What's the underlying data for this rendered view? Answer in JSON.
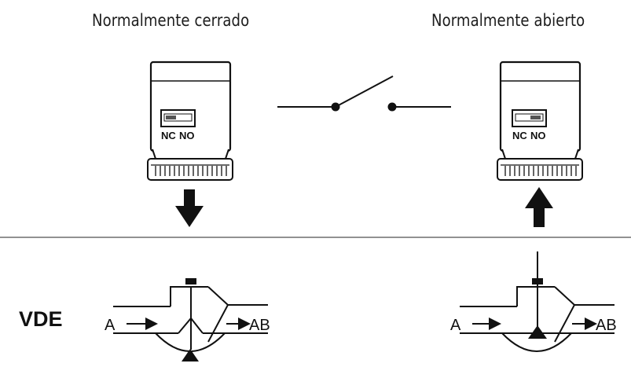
{
  "headings": {
    "left": "Normalmente cerrado",
    "right": "Normalmente abierto"
  },
  "actuator_left": {
    "switch_labels": [
      "NC",
      "NO"
    ]
  },
  "actuator_right": {
    "switch_labels": [
      "NC",
      "NO"
    ]
  },
  "valve_label": "VDE",
  "valve_left": {
    "inlet": "A",
    "outlet": "AB"
  },
  "valve_right": {
    "inlet": "A",
    "outlet": "AB"
  },
  "colors": {
    "line": "#111111",
    "actuator_body": "#ffffff",
    "switch_slot": "#555555"
  },
  "icons": {
    "left_arrow": "arrow-down-icon",
    "right_arrow": "arrow-up-icon",
    "switch": "open-switch-icon"
  }
}
